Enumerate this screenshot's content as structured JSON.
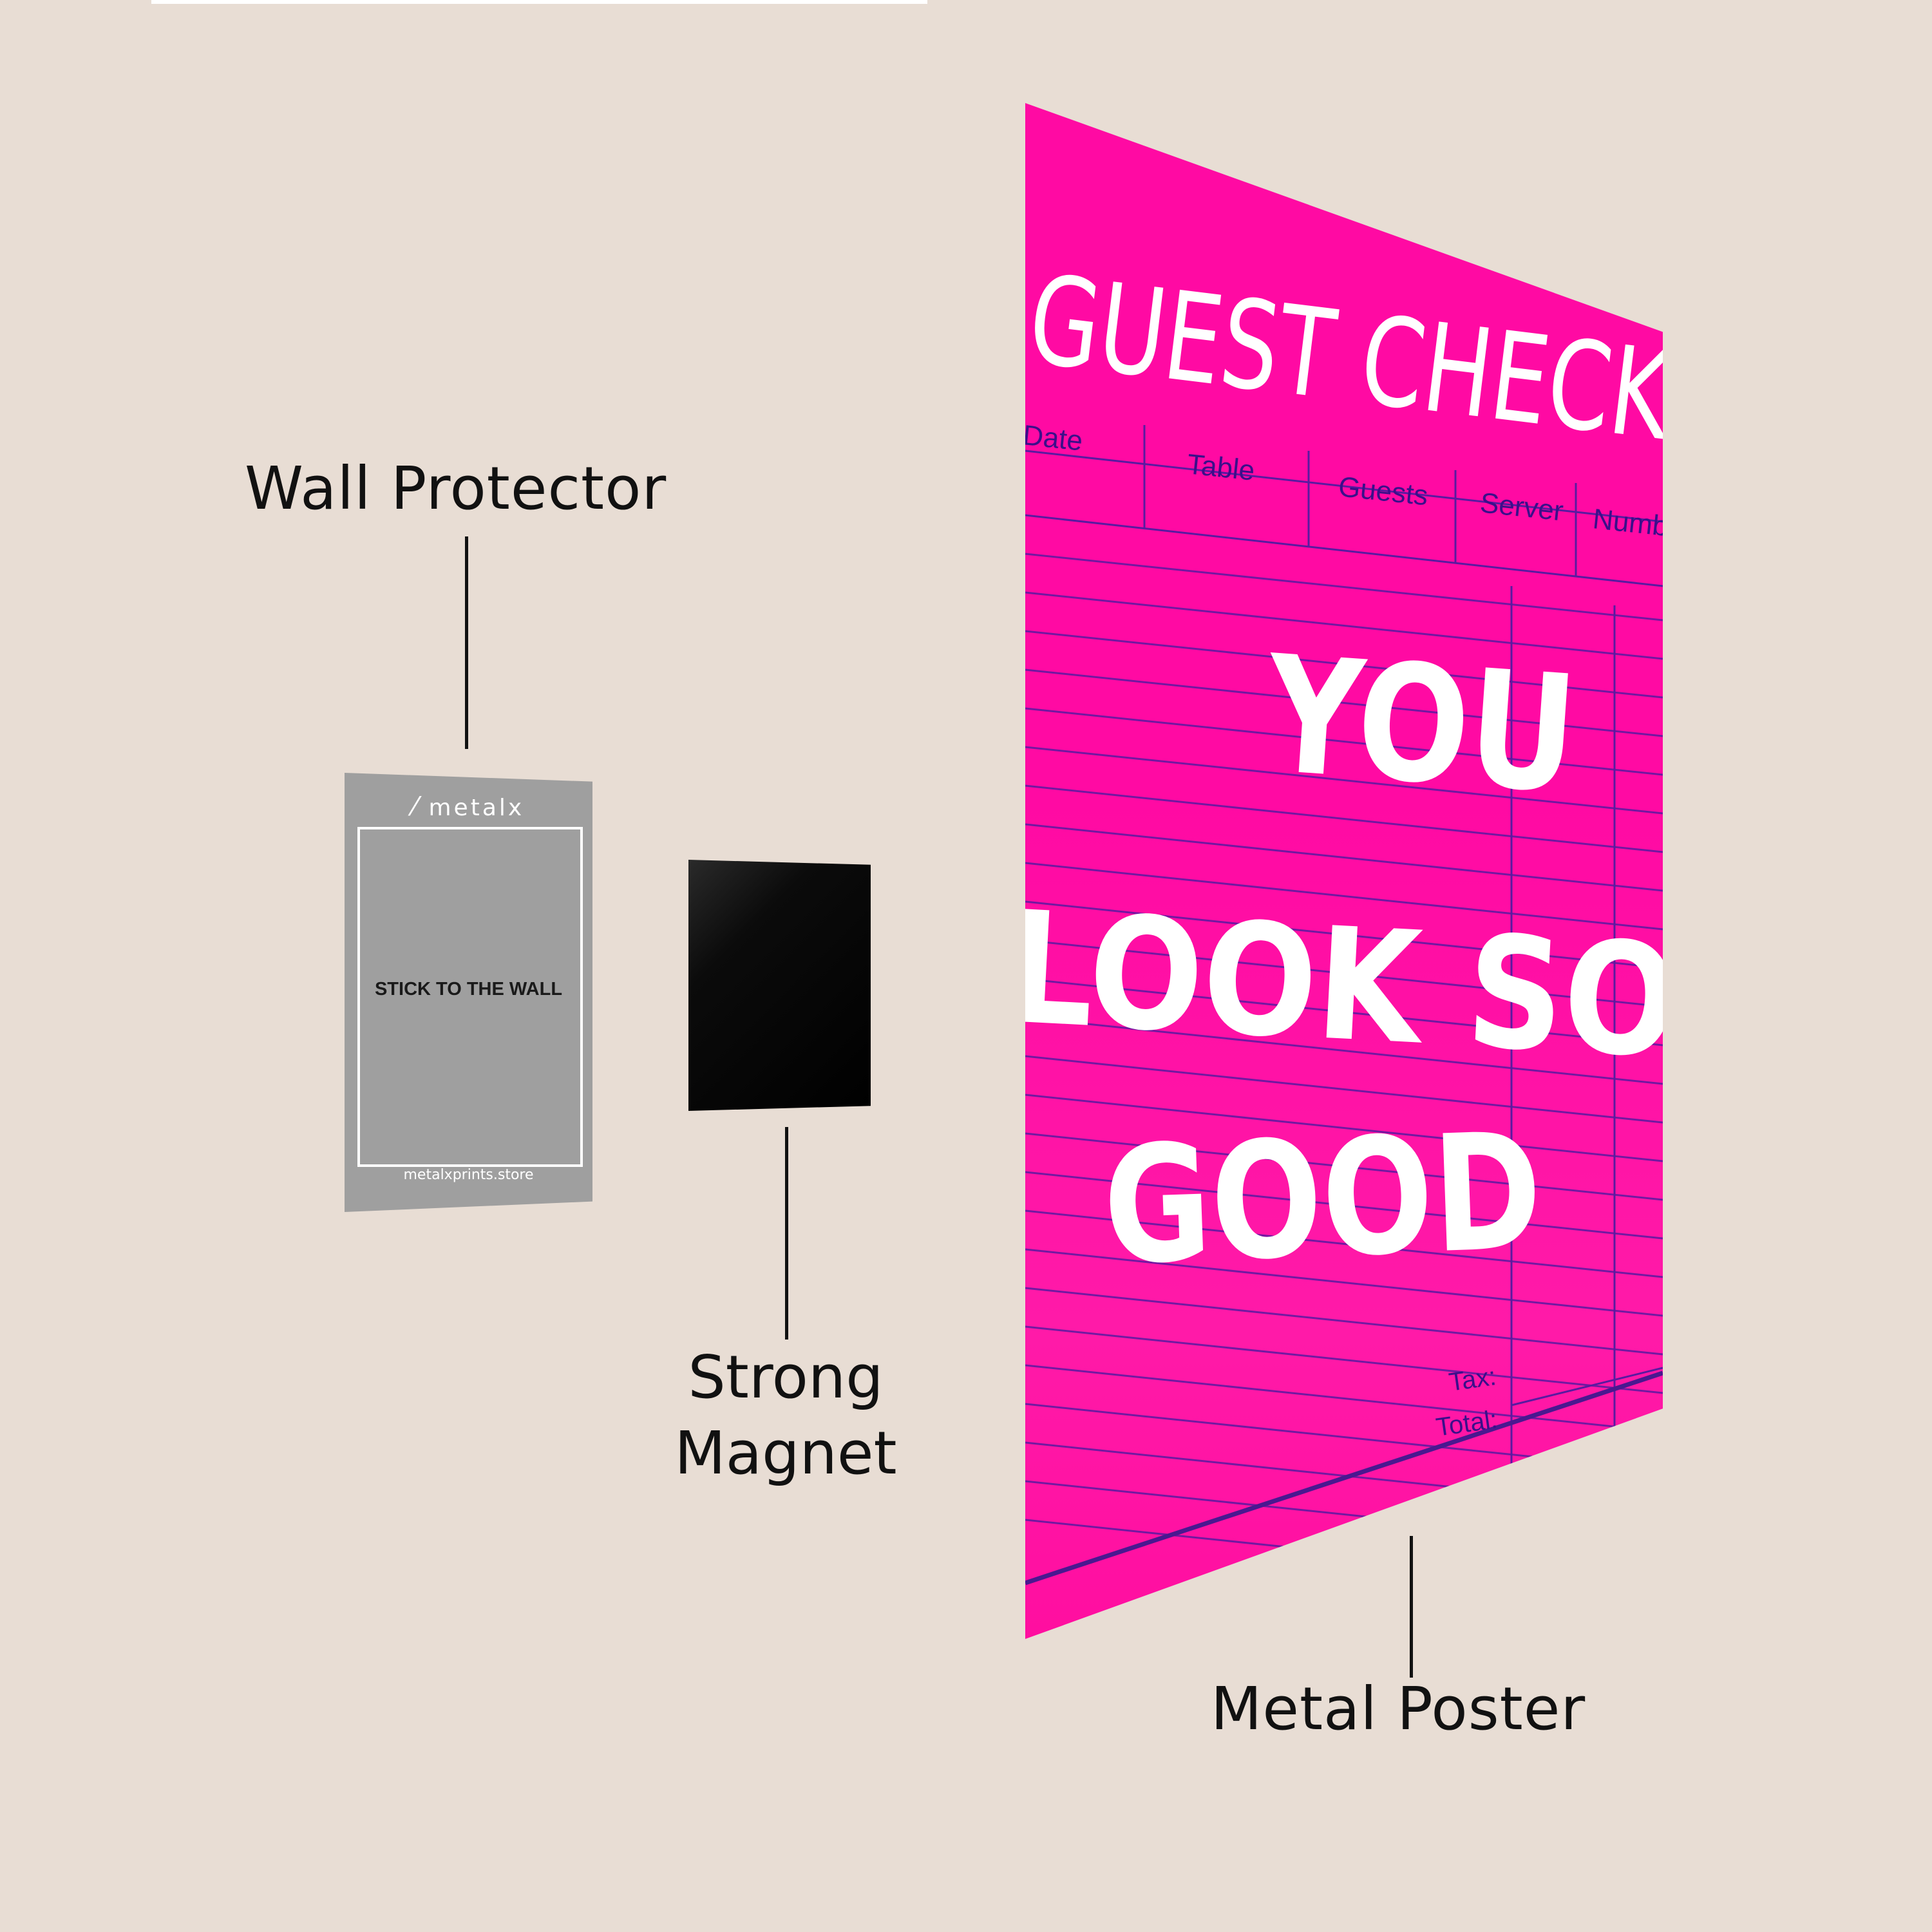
{
  "callouts": {
    "wall_protector": "Wall Protector",
    "strong_magnet_line1": "Strong",
    "strong_magnet_line2": "Magnet",
    "metal_poster": "Metal Poster"
  },
  "wall_protector": {
    "brand": "metalx",
    "label": "STICK TO THE WALL",
    "url": "metalxprints.store"
  },
  "poster": {
    "title": "GUEST CHECK",
    "columns": [
      "Date",
      "Table",
      "Guests",
      "Server",
      "Number"
    ],
    "message_lines": [
      "YOU",
      "LOOK SO",
      "GOOD"
    ],
    "tax_label": "Tax:",
    "total_label": "Total:"
  },
  "colors": {
    "background": "#e8ddd4",
    "poster_pink": "#ff0aa3",
    "poster_lines": "#5a1aa0",
    "magnet": "#000000",
    "protector": "#9f9f9f"
  }
}
